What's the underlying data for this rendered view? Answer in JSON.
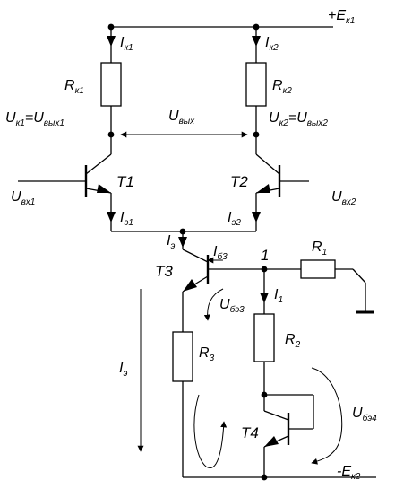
{
  "supply_top": {
    "main": "+E",
    "sub": "к1"
  },
  "supply_bottom": {
    "main": "-E",
    "sub": "к2"
  },
  "currents": {
    "ik1": {
      "main": "I",
      "sub": "к1"
    },
    "ik2": {
      "main": "I",
      "sub": "к2"
    },
    "ie1": {
      "main": "I",
      "sub": "э1"
    },
    "ie2": {
      "main": "I",
      "sub": "э2"
    },
    "ie_node": {
      "main": "I",
      "sub": "э"
    },
    "ib3": {
      "main": "I",
      "sub": "б3"
    },
    "i1": {
      "main": "I",
      "sub": "1"
    },
    "ie_total": {
      "main": "I",
      "sub": "э"
    }
  },
  "resistors": {
    "rk1": {
      "main": "R",
      "sub": "к1"
    },
    "rk2": {
      "main": "R",
      "sub": "к2"
    },
    "r1": {
      "main": "R",
      "sub": "1"
    },
    "r2": {
      "main": "R",
      "sub": "2"
    },
    "r3": {
      "main": "R",
      "sub": "3"
    }
  },
  "voltages": {
    "uk1_a": {
      "main": "U",
      "sub": "к1"
    },
    "uk1_eq": "=",
    "uk1_b": {
      "main": "U",
      "sub": "вых1"
    },
    "uk2_a": {
      "main": "U",
      "sub": "к2"
    },
    "uk2_eq": "=",
    "uk2_b": {
      "main": "U",
      "sub": "вых2"
    },
    "uout": {
      "main": "U",
      "sub": "вых"
    },
    "uin1": {
      "main": "U",
      "sub": "вх1"
    },
    "uin2": {
      "main": "U",
      "sub": "вх2"
    },
    "ube3": {
      "main": "U",
      "sub": "бэ3"
    },
    "ube4": {
      "main": "U",
      "sub": "бэ4"
    }
  },
  "transistors": {
    "t1": "T1",
    "t2": "T2",
    "t3": "T3",
    "t4": "T4"
  },
  "node_label": "1"
}
